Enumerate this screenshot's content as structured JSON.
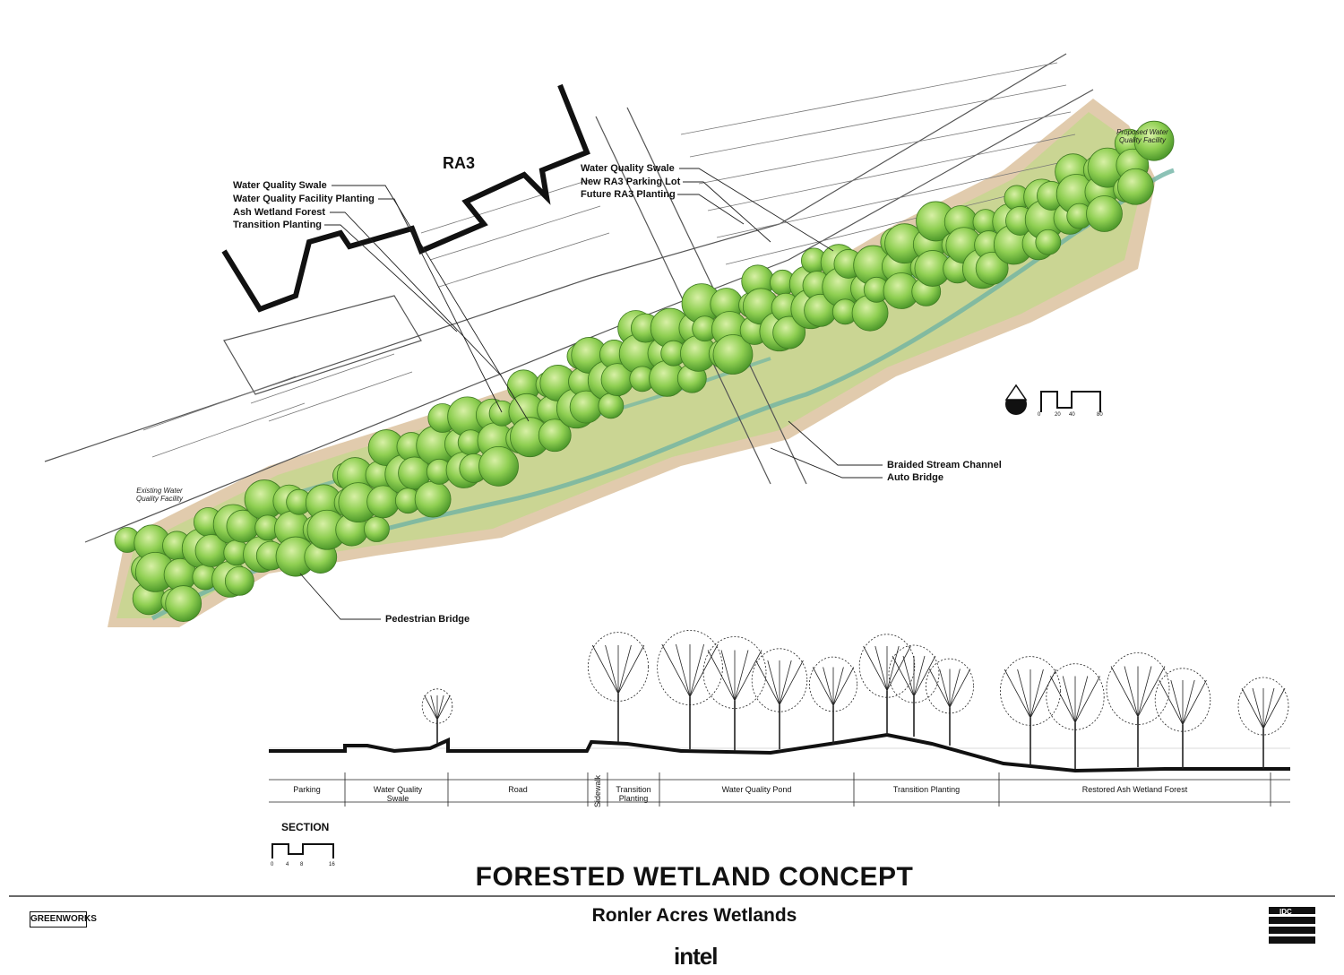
{
  "title": "FORESTED WETLAND CONCEPT",
  "subtitle": "Ronler Acres Wetlands",
  "client_logo": "intel",
  "firm_logo_left": "GREENWORKS",
  "firm_logo_right": "IDC",
  "building_label": "RA3",
  "plan_labels": {
    "left_group": [
      "Water Quality Swale",
      "Water Quality Facility Planting",
      "Ash Wetland Forest",
      "Transition Planting"
    ],
    "right_group": [
      "Water Quality Swale",
      "New RA3 Parking Lot",
      "Future RA3 Planting"
    ],
    "proposed_facility": "Proposed Water Quality Facility",
    "existing_facility": "Existing Water Quality Facility",
    "braided_stream": "Braided Stream Channel",
    "auto_bridge": "Auto Bridge",
    "pedestrian_bridge": "Pedestrian Bridge"
  },
  "section_label": "SECTION",
  "section_zones": [
    {
      "label": "Parking"
    },
    {
      "label": "Water Quality Swale"
    },
    {
      "label": "Road"
    },
    {
      "label": "Sidewalk"
    },
    {
      "label": "Transition Planting"
    },
    {
      "label": "Water Quality Pond"
    },
    {
      "label": "Transition Planting"
    },
    {
      "label": "Restored Ash Wetland Forest"
    }
  ],
  "plan_scale_ticks": [
    "0",
    "20",
    "40",
    "80"
  ],
  "section_scale_ticks": [
    "0",
    "4",
    "8",
    "16"
  ],
  "colors": {
    "tree_green": "#7cc444",
    "tree_light": "#b6e07a",
    "soil_brown": "#b07a4a",
    "water_teal": "#7fb8a8",
    "meadow": "#d6e8a0",
    "ink": "#111111"
  },
  "icons": [
    "north-arrow-icon"
  ]
}
